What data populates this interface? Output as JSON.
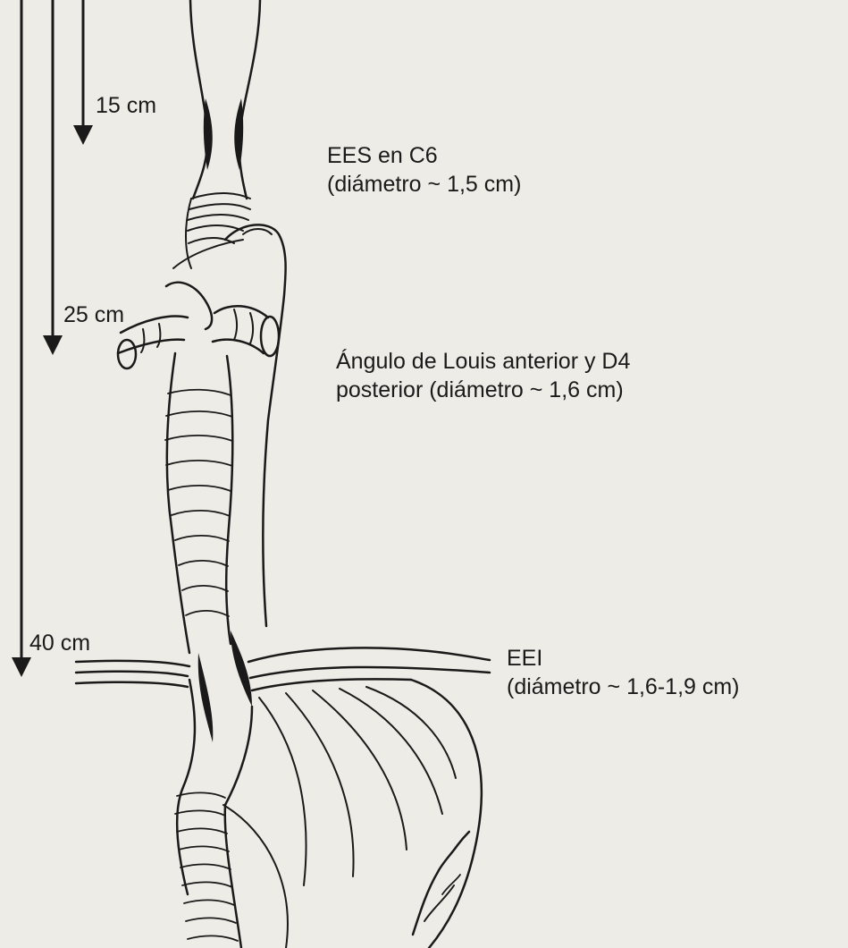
{
  "depth_marks": [
    {
      "value": "15 cm"
    },
    {
      "value": "25 cm"
    },
    {
      "value": "40 cm"
    }
  ],
  "annotations": {
    "ees": {
      "line1": "EES en C6",
      "line2": "(diámetro ~ 1,5 cm)"
    },
    "louis": {
      "line1": "Ángulo de Louis anterior y D4",
      "line2": "posterior (diámetro ~ 1,6 cm)"
    },
    "eei": {
      "line1": "EEI",
      "line2": "(diámetro ~ 1,6-1,9 cm)"
    }
  },
  "colors": {
    "ink": "#1a1a1a",
    "paper": "#eeece6",
    "bleed": "#d6d3cc"
  }
}
